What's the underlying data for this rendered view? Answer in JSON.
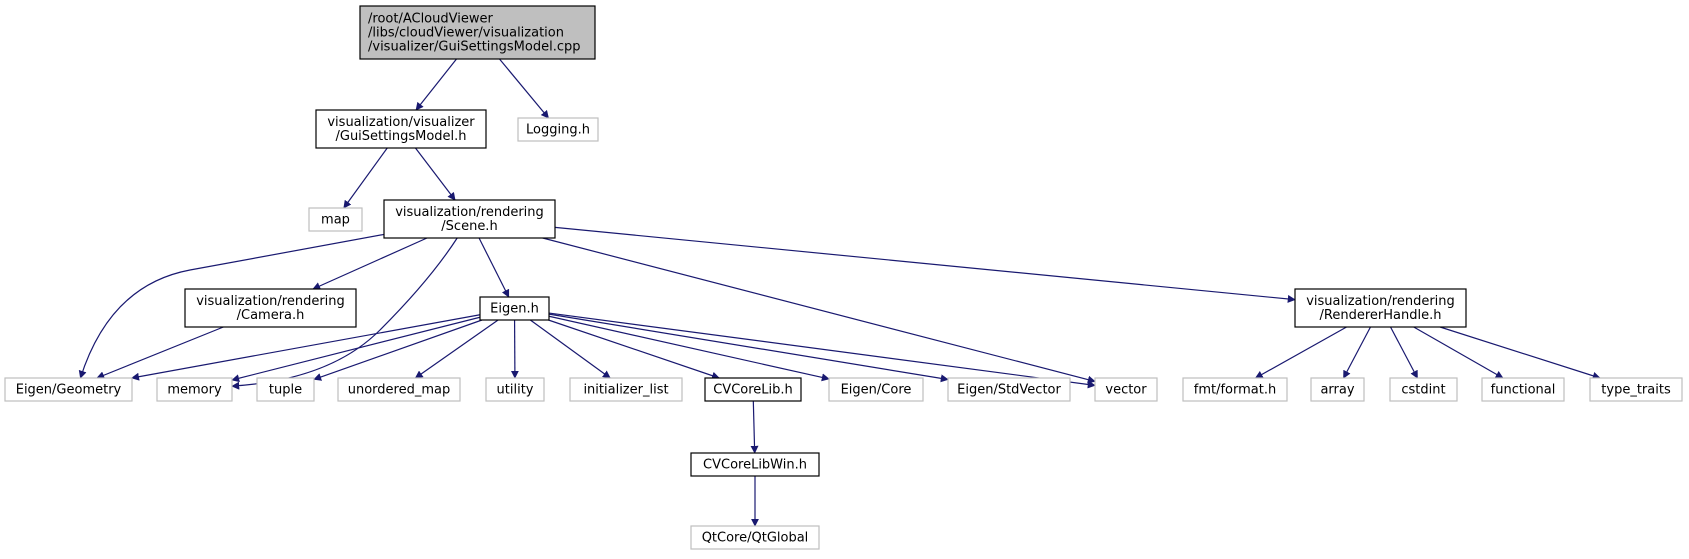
{
  "graph": {
    "colors": {
      "edge": "#191970",
      "root_fill": "#bfbfbf",
      "internal_border": "#000000",
      "external_border": "#bfbfbf",
      "text": "#000000"
    },
    "nodes": [
      {
        "id": "root",
        "kind": "root",
        "lines": [
          "/root/ACloudViewer",
          "/libs/cloudViewer/visualization",
          "/visualizer/GuiSettingsModel.cpp"
        ]
      },
      {
        "id": "guisettingsmodel_h",
        "kind": "internal",
        "lines": [
          "visualization/visualizer",
          "/GuiSettingsModel.h"
        ]
      },
      {
        "id": "logging_h",
        "kind": "external",
        "lines": [
          "Logging.h"
        ]
      },
      {
        "id": "map",
        "kind": "external",
        "lines": [
          "map"
        ]
      },
      {
        "id": "scene_h",
        "kind": "internal",
        "lines": [
          "visualization/rendering",
          "/Scene.h"
        ]
      },
      {
        "id": "camera_h",
        "kind": "internal",
        "lines": [
          "visualization/rendering",
          "/Camera.h"
        ]
      },
      {
        "id": "eigen_h",
        "kind": "internal",
        "lines": [
          "Eigen.h"
        ]
      },
      {
        "id": "rendererhandle_h",
        "kind": "internal",
        "lines": [
          "visualization/rendering",
          "/RendererHandle.h"
        ]
      },
      {
        "id": "eigen_geometry",
        "kind": "external",
        "lines": [
          "Eigen/Geometry"
        ]
      },
      {
        "id": "memory",
        "kind": "external",
        "lines": [
          "memory"
        ]
      },
      {
        "id": "tuple",
        "kind": "external",
        "lines": [
          "tuple"
        ]
      },
      {
        "id": "unordered_map",
        "kind": "external",
        "lines": [
          "unordered_map"
        ]
      },
      {
        "id": "utility",
        "kind": "external",
        "lines": [
          "utility"
        ]
      },
      {
        "id": "initializer_list",
        "kind": "external",
        "lines": [
          "initializer_list"
        ]
      },
      {
        "id": "cvcorelib_h",
        "kind": "internal",
        "lines": [
          "CVCoreLib.h"
        ]
      },
      {
        "id": "eigen_core",
        "kind": "external",
        "lines": [
          "Eigen/Core"
        ]
      },
      {
        "id": "eigen_stdvector",
        "kind": "external",
        "lines": [
          "Eigen/StdVector"
        ]
      },
      {
        "id": "vector",
        "kind": "external",
        "lines": [
          "vector"
        ]
      },
      {
        "id": "fmt_format_h",
        "kind": "external",
        "lines": [
          "fmt/format.h"
        ]
      },
      {
        "id": "array",
        "kind": "external",
        "lines": [
          "array"
        ]
      },
      {
        "id": "cstdint",
        "kind": "external",
        "lines": [
          "cstdint"
        ]
      },
      {
        "id": "functional",
        "kind": "external",
        "lines": [
          "functional"
        ]
      },
      {
        "id": "type_traits",
        "kind": "external",
        "lines": [
          "type_traits"
        ]
      },
      {
        "id": "cvcorelibwin_h",
        "kind": "internal",
        "lines": [
          "CVCoreLibWin.h"
        ]
      },
      {
        "id": "qtcore_qtglobal",
        "kind": "external",
        "lines": [
          "QtCore/QtGlobal"
        ]
      }
    ],
    "edges": [
      {
        "from": "root",
        "to": "guisettingsmodel_h"
      },
      {
        "from": "root",
        "to": "logging_h"
      },
      {
        "from": "guisettingsmodel_h",
        "to": "map"
      },
      {
        "from": "guisettingsmodel_h",
        "to": "scene_h"
      },
      {
        "from": "scene_h",
        "to": "eigen_geometry"
      },
      {
        "from": "scene_h",
        "to": "camera_h"
      },
      {
        "from": "scene_h",
        "to": "memory"
      },
      {
        "from": "scene_h",
        "to": "eigen_h"
      },
      {
        "from": "scene_h",
        "to": "vector"
      },
      {
        "from": "scene_h",
        "to": "rendererhandle_h"
      },
      {
        "from": "camera_h",
        "to": "eigen_geometry"
      },
      {
        "from": "eigen_h",
        "to": "eigen_geometry"
      },
      {
        "from": "eigen_h",
        "to": "memory"
      },
      {
        "from": "eigen_h",
        "to": "tuple"
      },
      {
        "from": "eigen_h",
        "to": "unordered_map"
      },
      {
        "from": "eigen_h",
        "to": "utility"
      },
      {
        "from": "eigen_h",
        "to": "initializer_list"
      },
      {
        "from": "eigen_h",
        "to": "cvcorelib_h"
      },
      {
        "from": "eigen_h",
        "to": "eigen_core"
      },
      {
        "from": "eigen_h",
        "to": "eigen_stdvector"
      },
      {
        "from": "eigen_h",
        "to": "vector"
      },
      {
        "from": "cvcorelib_h",
        "to": "cvcorelibwin_h"
      },
      {
        "from": "cvcorelibwin_h",
        "to": "qtcore_qtglobal"
      },
      {
        "from": "rendererhandle_h",
        "to": "fmt_format_h"
      },
      {
        "from": "rendererhandle_h",
        "to": "array"
      },
      {
        "from": "rendererhandle_h",
        "to": "cstdint"
      },
      {
        "from": "rendererhandle_h",
        "to": "functional"
      },
      {
        "from": "rendererhandle_h",
        "to": "type_traits"
      }
    ]
  }
}
